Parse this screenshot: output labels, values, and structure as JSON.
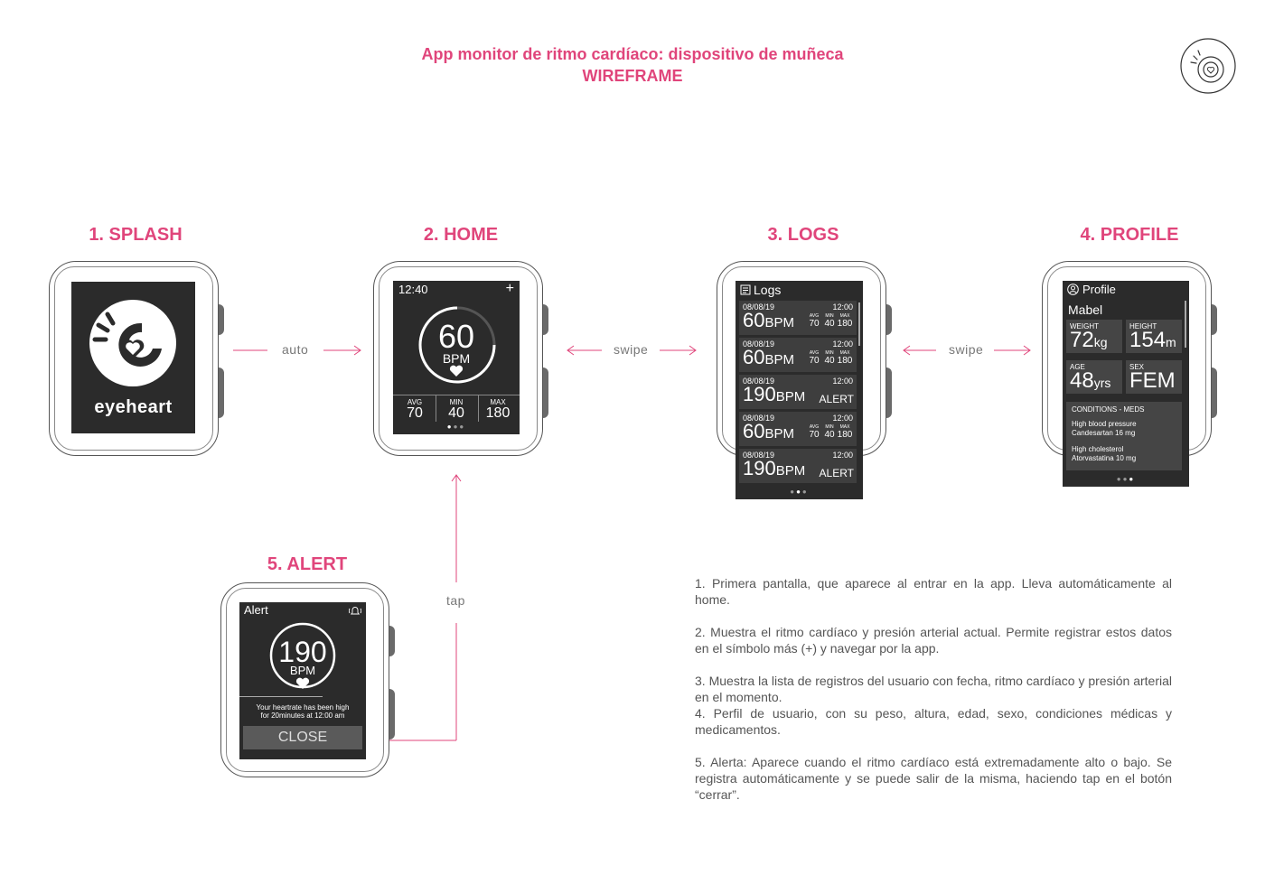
{
  "header": {
    "title_line1": "App monitor de ritmo cardíaco: dispositivo de muñeca",
    "title_line2": "WIREFRAME"
  },
  "sections": {
    "splash": "1. SPLASH",
    "home": "2. HOME",
    "logs": "3. LOGS",
    "profile": "4. PROFILE",
    "alert": "5. ALERT"
  },
  "arrows": {
    "auto": "auto",
    "swipe1": "swipe",
    "swipe2": "swipe",
    "tap": "tap"
  },
  "splash": {
    "brand": "eyeheart"
  },
  "home": {
    "time": "12:40",
    "plus": "+",
    "bpm": "60",
    "unit": "BPM",
    "avg_label": "AVG",
    "avg": "70",
    "min_label": "MIN",
    "min": "40",
    "max_label": "MAX",
    "max": "180"
  },
  "logs": {
    "title": "Logs",
    "entries": [
      {
        "date": "08/08/19",
        "time": "12:00",
        "bpm": "60",
        "unit": "BPM",
        "avg": "70",
        "min": "40",
        "max": "180",
        "alert": ""
      },
      {
        "date": "08/08/19",
        "time": "12:00",
        "bpm": "60",
        "unit": "BPM",
        "avg": "70",
        "min": "40",
        "max": "180",
        "alert": ""
      },
      {
        "date": "08/08/19",
        "time": "12:00",
        "bpm": "190",
        "unit": "BPM",
        "alert": "ALERT"
      },
      {
        "date": "08/08/19",
        "time": "12:00",
        "bpm": "60",
        "unit": "BPM",
        "avg": "70",
        "min": "40",
        "max": "180",
        "alert": ""
      },
      {
        "date": "08/08/19",
        "time": "12:00",
        "bpm": "190",
        "unit": "BPM",
        "alert": "ALERT"
      }
    ],
    "avg_label": "AVG",
    "min_label": "MIN",
    "max_label": "MAX"
  },
  "profile": {
    "title": "Profile",
    "name": "Mabel",
    "weight_label": "WEIGHT",
    "weight": "72",
    "weight_unit": "kg",
    "height_label": "HEIGHT",
    "height": "154",
    "height_unit": "m",
    "age_label": "AGE",
    "age": "48",
    "age_unit": "yrs",
    "sex_label": "SEX",
    "sex": "FEM",
    "conditions_title": "CONDITIONS - MEDS",
    "cond1_line1": "High blood pressure",
    "cond1_line2": "Candesartan 16 mg",
    "cond2_line1": "High cholesterol",
    "cond2_line2": "Atorvastatina 10 mg"
  },
  "alert": {
    "title": "Alert",
    "bpm": "190",
    "unit": "BPM",
    "msg_line1": "Your heartrate has been high",
    "msg_line2": "for 20minutes at 12:00 am",
    "button": "CLOSE"
  },
  "descriptions": [
    "1. Primera pantalla, que aparece al entrar en la app. Lleva automáticamente al home.",
    "2. Muestra el ritmo cardíaco y presión arterial actual. Permite registrar estos datos en el símbolo más (+) y navegar por la app.",
    "3. Muestra la lista de registros del usuario con fecha, ritmo cardíaco y presión arterial en el momento.",
    "4. Perfil de usuario, con su peso, altura, edad, sexo, condiciones médicas y medicamentos.",
    "5. Alerta: Aparece cuando el ritmo cardíaco está extremadamente alto o bajo. Se registra automáticamente y se puede salir de la misma, haciendo tap en el botón “cerrar”."
  ],
  "colors": {
    "accent": "#e0457b",
    "screen": "#2b2b2b",
    "card": "#3e3e3e"
  },
  "icons": [
    "logo-mark-icon",
    "heart-icon",
    "logs-icon",
    "profile-icon",
    "bell-icon"
  ]
}
